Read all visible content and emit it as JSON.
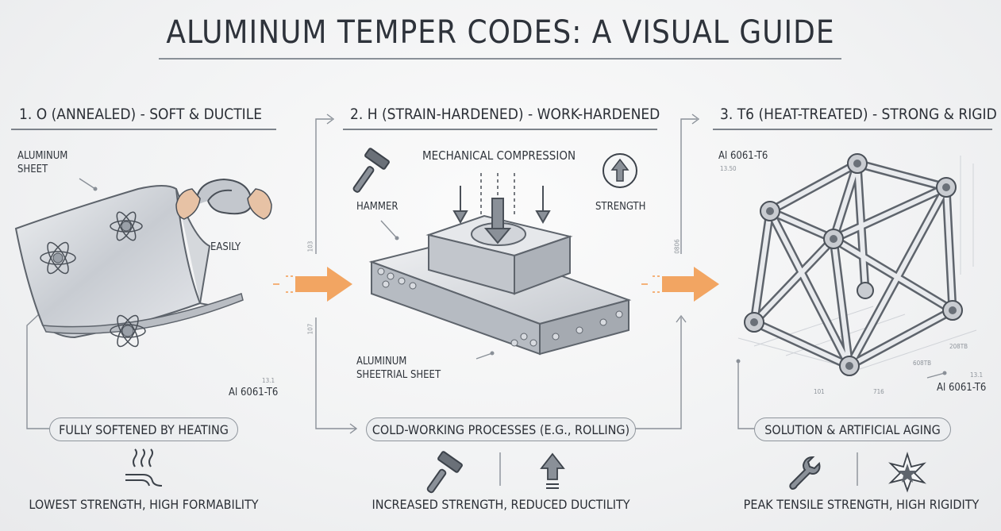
{
  "title": "ALUMINUM TEMPER CODES: A VISUAL GUIDE",
  "sections": [
    {
      "heading": "1. O (ANNEALED) - SOFT & DUCTILE",
      "labels": {
        "sheet": "ALUMINUM\nSHEET",
        "easily": "EASILY",
        "alloy": "Al 6061-T6",
        "tiny": "13.1"
      },
      "process": "FULLY SOFTENED BY HEATING",
      "result": "LOWEST STRENGTH, HIGH FORMABILITY"
    },
    {
      "heading": "2. H (STRAIN-HARDENED) - WORK-HARDENED",
      "labels": {
        "compression": "MECHANICAL COMPRESSION",
        "hammer": "HAMMER",
        "strength": "STRENGTH",
        "sheet": "ALUMINUM\nSHEETRIAL SHEET",
        "tiny_a": "103",
        "tiny_b": "107"
      },
      "process": "COLD-WORKING PROCESSES (E.G., ROLLING)",
      "result": "INCREASED STRENGTH, REDUCED DUCTILITY"
    },
    {
      "heading": "3. T6 (HEAT-TREATED) - STRONG & RIGID",
      "labels": {
        "alloy_top": "Al 6061-T6",
        "alloy_top_sub": "13.50",
        "alloy_bottom": "Al 6061-T6",
        "tiny_a": "0806",
        "tiny_b": "13.1",
        "dim_a": "208TB",
        "dim_b": "608TB",
        "dim_c": "716",
        "dim_d": "101"
      },
      "process": "SOLUTION & ARTIFICIAL AGING",
      "result": "PEAK TENSILE STRENGTH, HIGH RIGIDITY"
    }
  ],
  "colors": {
    "arrow": "#f0a060",
    "line": "#8a9098",
    "metal": "#c9ccd1"
  },
  "icons": [
    "heat-waves-icon",
    "hammer-icon",
    "arrow-up-icon",
    "wrench-icon",
    "star-burst-icon",
    "atom-icon",
    "hands-bending-icon"
  ]
}
